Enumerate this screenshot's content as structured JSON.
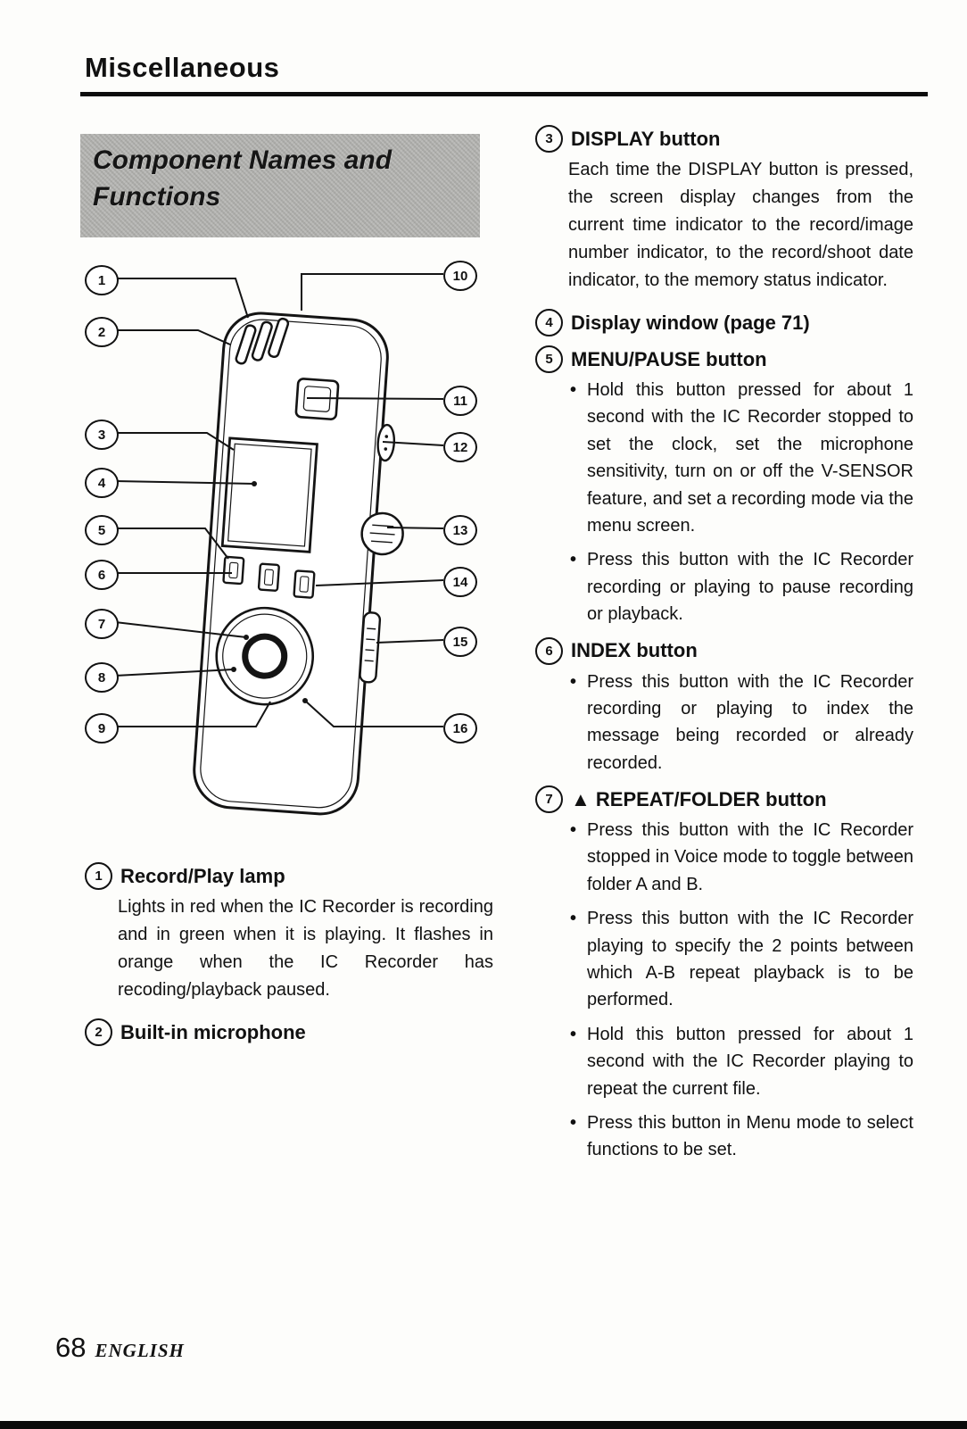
{
  "page": {
    "section_title": "Miscellaneous",
    "page_number": "68",
    "language_label": "ENGLISH"
  },
  "heading_box": {
    "title_line1": "Component Names and",
    "title_line2": "Functions"
  },
  "diagram": {
    "left_callouts": [
      "1",
      "2",
      "3",
      "4",
      "5",
      "6",
      "7",
      "8",
      "9"
    ],
    "right_callouts": [
      "10",
      "11",
      "12",
      "13",
      "14",
      "15",
      "16"
    ]
  },
  "left_column": {
    "items": [
      {
        "number": "1",
        "title": "Record/Play lamp",
        "body": "Lights in red when the IC Recorder is recording and in green when it is playing. It flashes in orange when the IC Recorder has recoding/playback paused."
      },
      {
        "number": "2",
        "title": "Built-in microphone"
      }
    ]
  },
  "right_column": {
    "items": [
      {
        "number": "3",
        "title": "DISPLAY button",
        "body": "Each time the DISPLAY button is pressed, the screen display changes from the current time indicator to the record/image number indicator, to the record/shoot date indicator, to the memory status indicator."
      },
      {
        "number": "4",
        "title": "Display window (page 71)"
      },
      {
        "number": "5",
        "title": "MENU/PAUSE button",
        "bullets": [
          "Hold this button pressed for about 1 second with the IC Recorder stopped to set the clock, set the microphone sensitivity, turn on or off the V-SENSOR feature, and set a recording mode via the menu screen.",
          "Press this button with the IC Recorder recording or playing to pause recording or playback."
        ]
      },
      {
        "number": "6",
        "title": "INDEX button",
        "bullets": [
          "Press this button with the IC Recorder recording or playing to index the message being recorded or already recorded."
        ]
      },
      {
        "number": "7",
        "title": "▲ REPEAT/FOLDER button",
        "bullets": [
          "Press this button with the IC Recorder stopped in Voice mode to toggle between folder A and B.",
          "Press this button with the IC Recorder playing to specify the 2 points between which A-B repeat playback is to be performed.",
          "Hold this button pressed for about 1 second with the IC Recorder playing to repeat the current file.",
          "Press this button in Menu mode to select functions to be set."
        ]
      }
    ]
  }
}
